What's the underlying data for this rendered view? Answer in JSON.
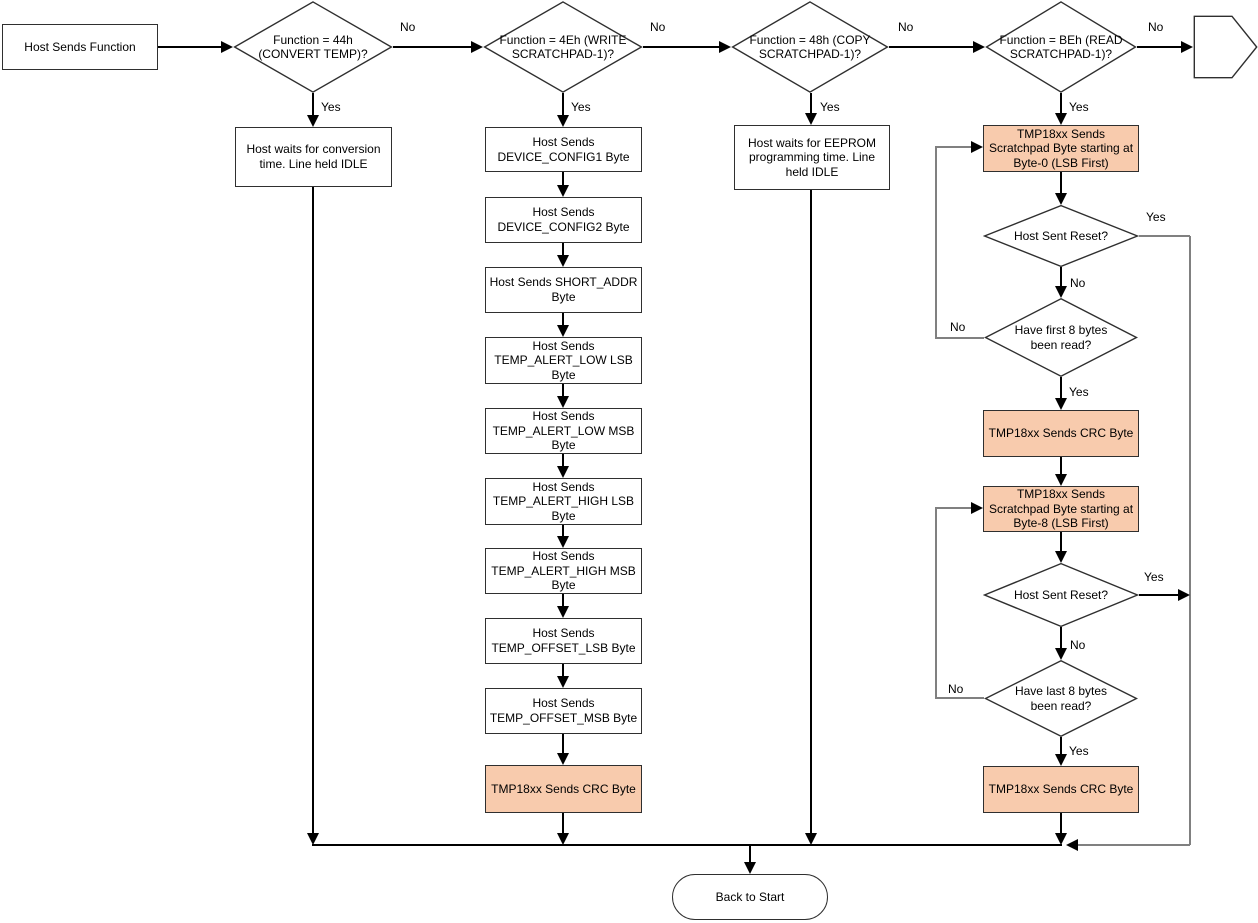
{
  "flowchart": {
    "start": "Host Sends Function",
    "decisions": {
      "convert": "Function = 44h (CONVERT TEMP)?",
      "write": "Function = 4Eh (WRITE SCRATCHPAD-1)?",
      "copy": "Function = 48h (COPY SCRATCHPAD-1)?",
      "read": "Function = BEh (READ SCRATCHPAD-1)?"
    },
    "convert_branch": {
      "wait": "Host waits for conversion time. Line held IDLE"
    },
    "write_branch": {
      "steps": [
        "Host Sends DEVICE_CONFIG1 Byte",
        "Host Sends DEVICE_CONFIG2 Byte",
        "Host Sends SHORT_ADDR Byte",
        "Host Sends TEMP_ALERT_LOW LSB Byte",
        "Host Sends TEMP_ALERT_LOW MSB Byte",
        "Host Sends TEMP_ALERT_HIGH LSB Byte",
        "Host Sends TEMP_ALERT_HIGH MSB Byte",
        "Host Sends TEMP_OFFSET_LSB Byte",
        "Host Sends TEMP_OFFSET_MSB Byte"
      ],
      "crc": "TMP18xx Sends CRC Byte"
    },
    "copy_branch": {
      "wait": "Host waits for EEPROM programming time. Line held IDLE"
    },
    "read_branch": {
      "scratchpad_byte0": "TMP18xx Sends Scratchpad Byte starting at Byte-0 (LSB First)",
      "host_sent_reset_1": "Host Sent Reset?",
      "first8_read": "Have first 8 bytes been read?",
      "crc_1": "TMP18xx Sends CRC Byte",
      "scratchpad_byte8": "TMP18xx Sends Scratchpad Byte starting at Byte-8 (LSB First)",
      "host_sent_reset_2": "Host Sent Reset?",
      "last8_read": "Have last 8 bytes been read?",
      "crc_2": "TMP18xx Sends CRC Byte"
    },
    "terminator": "Back to Start",
    "labels": {
      "yes": "Yes",
      "no": "No"
    },
    "colors": {
      "highlight_fill": "#F8CBAD",
      "line": "#000000",
      "loop_line": "#808080",
      "box_fill": "#FFFFFF"
    }
  }
}
